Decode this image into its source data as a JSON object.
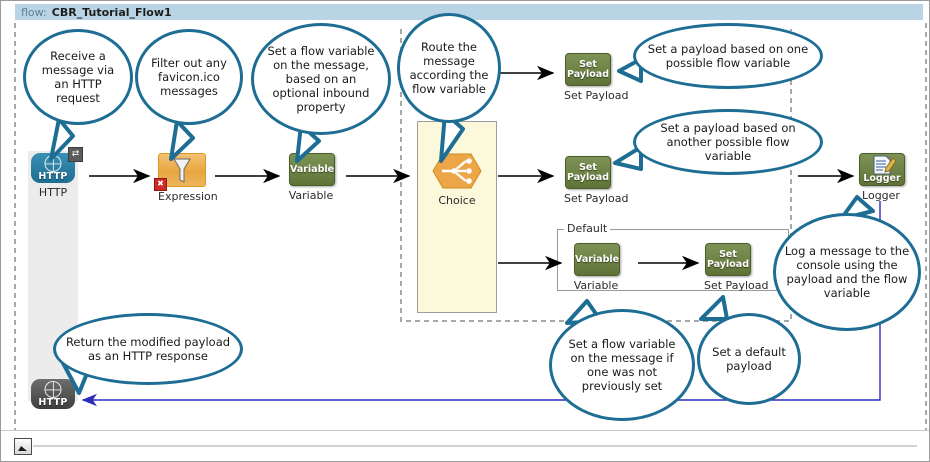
{
  "window": {
    "title_prefix": "flow:",
    "flow_name": "CBR_Tutorial_Flow1"
  },
  "colors": {
    "title_bar": "#b9d4e4",
    "callout_stroke": "#1d6d94",
    "http_blue": "#1d6e92",
    "http_gray": "#4a4a4a",
    "expression_orange": "#e8a63f",
    "green_component": "#6b8043",
    "choice_band": "#fbf8dc",
    "source_band": "#ececed",
    "return_line": "#2b2bbd"
  },
  "nodes": [
    {
      "id": "http-inbound",
      "caption": "HTTP",
      "icon": "http-globe-icon",
      "icon_label": "HTTP"
    },
    {
      "id": "expression",
      "caption": "Expression",
      "icon": "funnel-filter-icon",
      "icon_label": ""
    },
    {
      "id": "variable-main",
      "caption": "Variable",
      "icon": "variable-icon",
      "icon_label": "Variable"
    },
    {
      "id": "choice",
      "caption": "Choice",
      "icon": "choice-router-icon",
      "icon_label": ""
    },
    {
      "id": "set-payload-1",
      "caption": "Set Payload",
      "icon": "set-payload-icon",
      "icon_label": "Set\nPayload"
    },
    {
      "id": "set-payload-2",
      "caption": "Set Payload",
      "icon": "set-payload-icon",
      "icon_label": "Set\nPayload"
    },
    {
      "id": "variable-default",
      "caption": "Variable",
      "icon": "variable-icon",
      "icon_label": "Variable"
    },
    {
      "id": "set-payload-default",
      "caption": "Set Payload",
      "icon": "set-payload-icon",
      "icon_label": "Set\nPayload"
    },
    {
      "id": "logger",
      "caption": "Logger",
      "icon": "logger-icon",
      "icon_label": "Logger"
    },
    {
      "id": "http-outbound",
      "caption": "",
      "icon": "http-globe-icon",
      "icon_label": "HTTP"
    }
  ],
  "node_labels": {
    "http_inbound": "HTTP",
    "http_icon_text": "HTTP",
    "expression": "Expression",
    "variable": "Variable",
    "variable_icon_text": "Variable",
    "choice": "Choice",
    "set_payload": "Set Payload",
    "set_payload_icon_line1": "Set",
    "set_payload_icon_line2": "Payload",
    "logger": "Logger",
    "logger_icon_text": "Logger"
  },
  "groups": {
    "default_label": "Default"
  },
  "callouts": [
    {
      "id": "callout-http-inbound",
      "text": "Receive a message via an HTTP request"
    },
    {
      "id": "callout-expression",
      "text": "Filter out any favicon.ico messages"
    },
    {
      "id": "callout-variable",
      "text": "Set a flow variable on the message, based on an optional inbound property"
    },
    {
      "id": "callout-choice",
      "text": "Route the message according the flow variable"
    },
    {
      "id": "callout-set-payload-1",
      "text": "Set a payload based on one possible flow variable"
    },
    {
      "id": "callout-set-payload-2",
      "text": "Set a payload based on another possible flow variable"
    },
    {
      "id": "callout-logger",
      "text": "Log a message to the console using the payload and the flow variable"
    },
    {
      "id": "callout-variable-default",
      "text": "Set a flow variable on the message if one was not previously set"
    },
    {
      "id": "callout-set-payload-default",
      "text": "Set a default payload"
    },
    {
      "id": "callout-http-outbound",
      "text": "Return the modified payload as an HTTP response"
    }
  ]
}
